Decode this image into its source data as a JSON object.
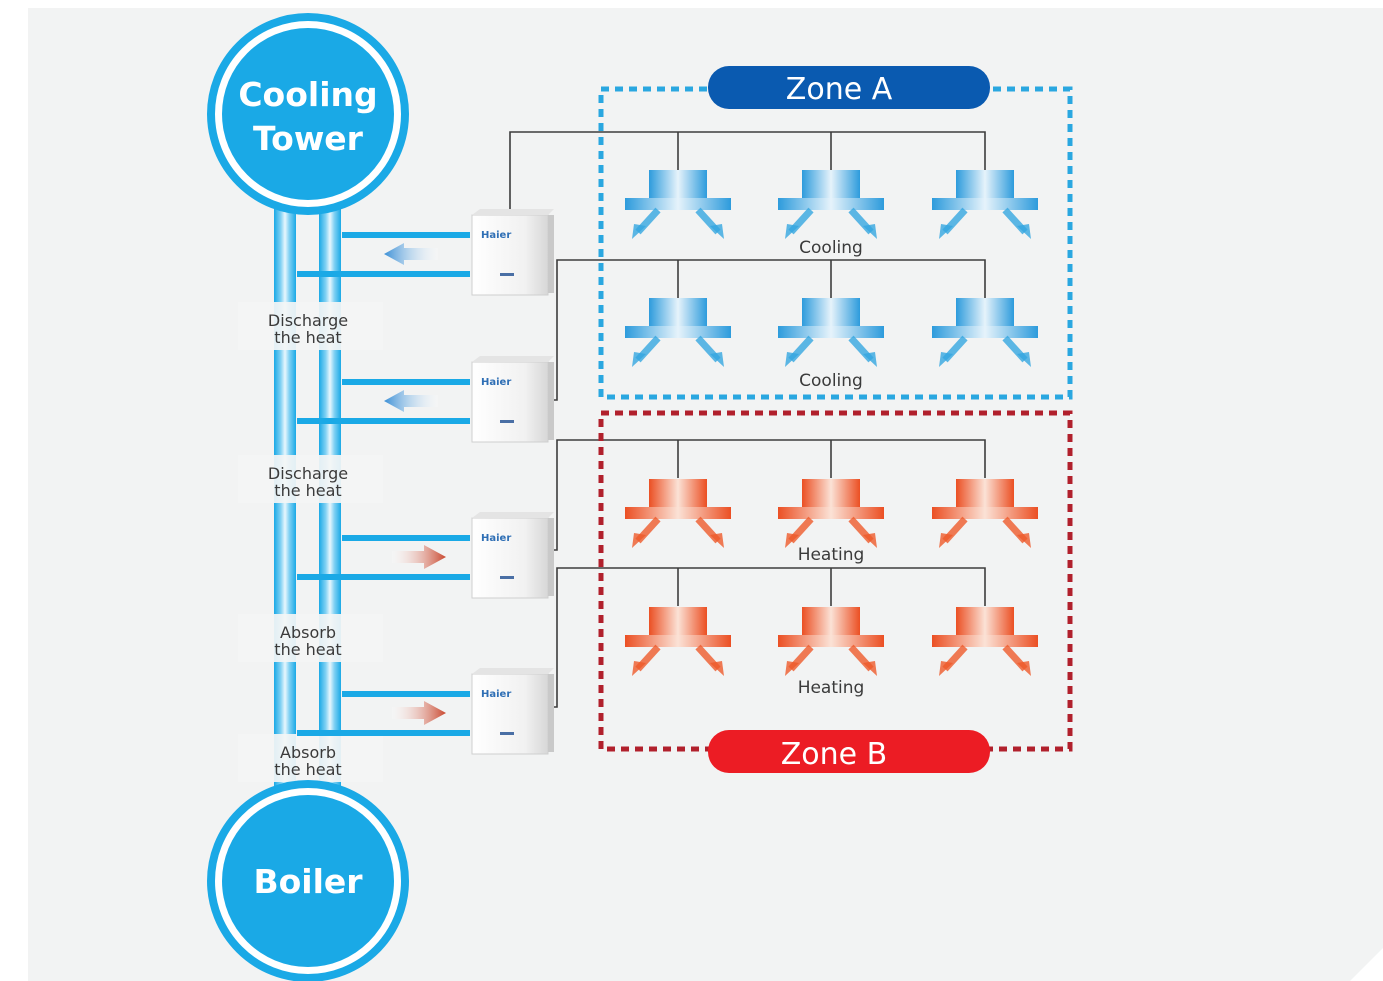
{
  "nodes": {
    "cooling_tower": [
      "Cooling",
      "Tower"
    ],
    "boiler": "Boiler"
  },
  "zones": {
    "a": "Zone A",
    "b": "Zone B"
  },
  "pipe_labels": [
    [
      "Discharge",
      "the heat"
    ],
    [
      "Discharge",
      "the heat"
    ],
    [
      "Absorb",
      "the heat"
    ],
    [
      "Absorb",
      "the heat"
    ]
  ],
  "row_labels": [
    "Cooling",
    "Cooling",
    "Heating",
    "Heating"
  ],
  "unit_brand": "Haier",
  "colors": {
    "background": "#f2f3f3",
    "pipe_blue": "#1aa9e6",
    "zone_a_border": "#2aa7e0",
    "zone_a_pill": "#0a5ab0",
    "zone_b_border": "#b1202c",
    "zone_b_pill": "#ec1c24",
    "cooling_unit": "#35a6e0",
    "heating_unit": "#ee5a2a"
  },
  "arrows": [
    "left",
    "left",
    "right",
    "right"
  ]
}
